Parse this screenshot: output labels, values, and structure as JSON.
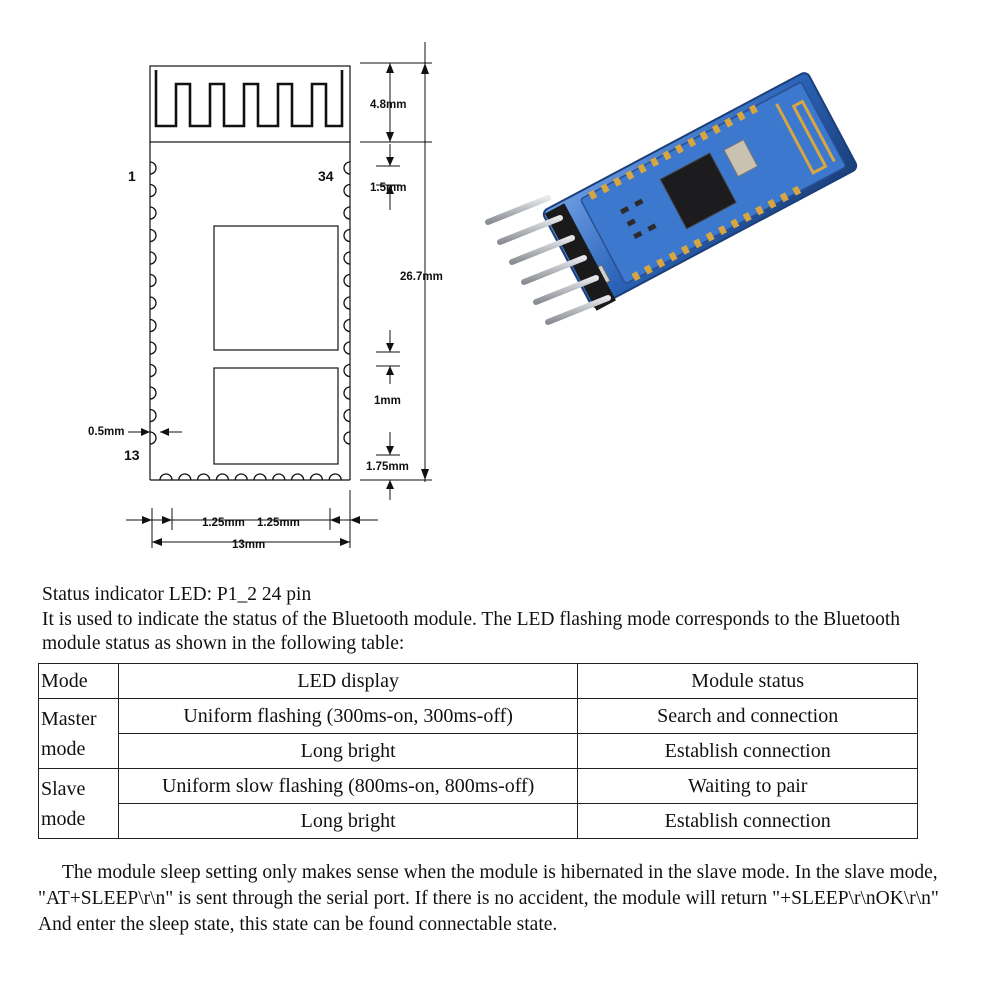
{
  "diagram": {
    "dimensions": {
      "antenna_height": "4.8mm",
      "pin_pitch_top": "1.5mm",
      "module_length": "26.7mm",
      "pad_width": "1mm",
      "bottom_margin": "1.75mm",
      "pad_offset": "0.5mm",
      "pitch_left": "1.25mm",
      "pitch_right": "1.25mm",
      "module_width": "13mm"
    },
    "pins": {
      "first": "1",
      "last_side": "34",
      "corner": "13"
    }
  },
  "colors": {
    "pcb": "#2a63b8",
    "pcb_edge": "#1b3f7a",
    "gold": "#d8a640",
    "chip": "#1c1c1e",
    "pin_metal": "#b9bcc2"
  },
  "status": {
    "title": "Status indicator LED: P1_2 24 pin",
    "description": "It is used to indicate the status of the Bluetooth module. The LED flashing mode corresponds to the Bluetooth module status as shown in the following table:"
  },
  "table": {
    "headers": [
      "Mode",
      "LED display",
      "Module status"
    ],
    "groups": [
      {
        "mode": "Master mode",
        "rows": [
          {
            "led": "Uniform flashing (300ms-on, 300ms-off)",
            "status": "Search and connection"
          },
          {
            "led": "Long bright",
            "status": "Establish connection"
          }
        ]
      },
      {
        "mode": "Slave mode",
        "rows": [
          {
            "led": "Uniform slow flashing (800ms-on, 800ms-off)",
            "status": "Waiting to pair"
          },
          {
            "led": "Long bright",
            "status": "Establish connection"
          }
        ]
      }
    ]
  },
  "sleep_paragraph": "The module sleep setting only makes sense when the module is hibernated in the slave mode. In the slave mode, \"AT+SLEEP\\r\\n\" is sent through the serial port. If there is no accident, the module will return \"+SLEEP\\r\\nOK\\r\\n\" And enter the sleep state, this state can be found connectable state."
}
